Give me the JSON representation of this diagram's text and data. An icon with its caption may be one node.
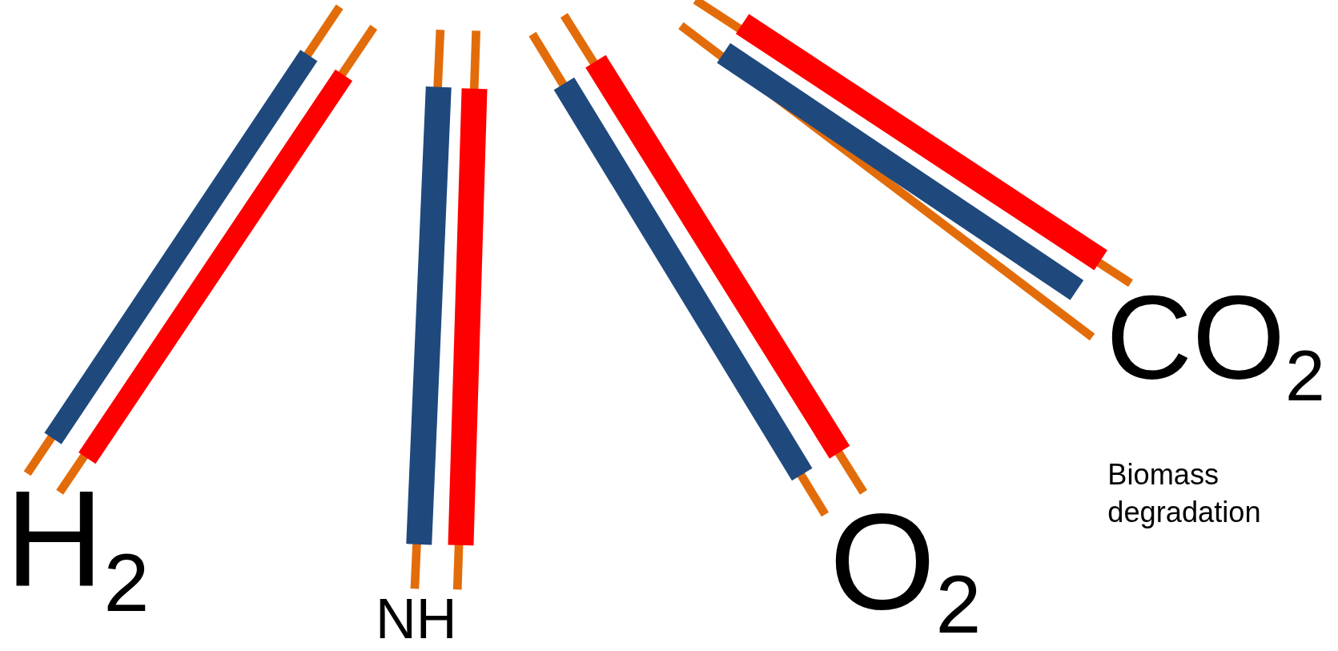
{
  "diagram": {
    "labels": [
      "CO$_{2}$",
      "Biomass degradation",
      "H$_{2}$",
      "O$_{2}$",
      "NH"
    ]
  }
}
